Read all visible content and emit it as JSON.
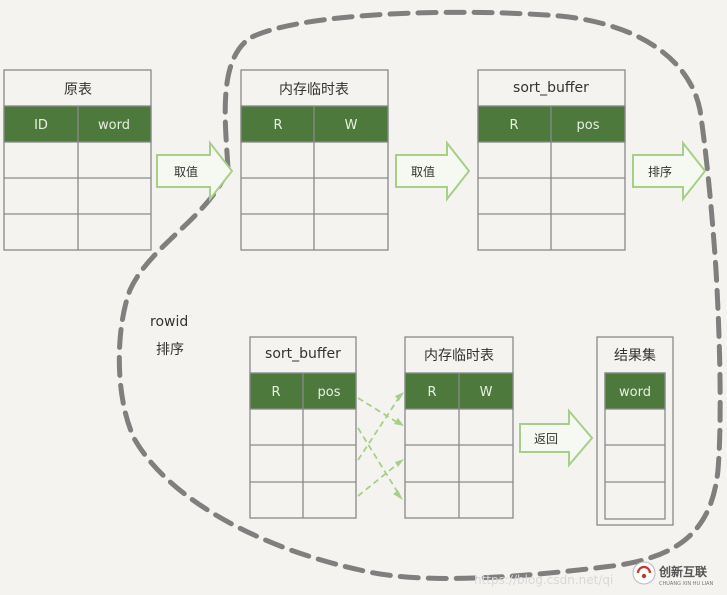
{
  "tables": {
    "orig": {
      "title": "原表",
      "col1": "ID",
      "col2": "word"
    },
    "tmp1": {
      "title": "内存临时表",
      "col1": "R",
      "col2": "W"
    },
    "sb1": {
      "title": "sort_buffer",
      "col1": "R",
      "col2": "pos"
    },
    "sb2": {
      "title": "sort_buffer",
      "col1": "R",
      "col2": "pos"
    },
    "tmp2": {
      "title": "内存临时表",
      "col1": "R",
      "col2": "W"
    },
    "result": {
      "title": "结果集",
      "col1": "word"
    }
  },
  "arrows": {
    "a1": "取值",
    "a2": "取值",
    "a3": "排序",
    "a4": "返回"
  },
  "note": {
    "line1": "rowid",
    "line2": "排序"
  },
  "watermark": {
    "url": "https://blog.csdn.net/qi",
    "logo": "创新互联",
    "logo_sub": "CHUANG XIN HU LIAN"
  },
  "colors": {
    "header_green": "#4d7a3c",
    "arrow_green": "#a7cf8a",
    "dash_gray": "#7f7f7f",
    "border": "#8a8a8a"
  }
}
